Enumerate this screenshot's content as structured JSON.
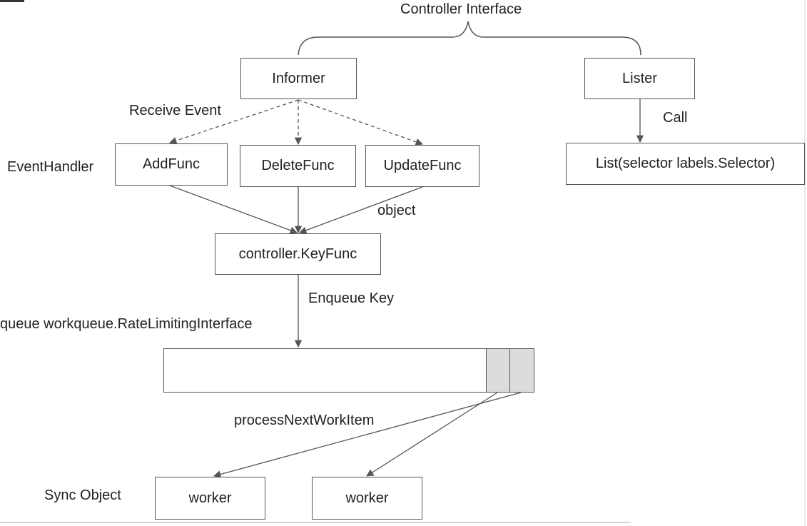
{
  "title": "Controller Interface",
  "nodes": {
    "informer": "Informer",
    "lister": "Lister",
    "add_func": "AddFunc",
    "delete_func": "DeleteFunc",
    "update_func": "UpdateFunc",
    "list_call": "List(selector labels.Selector)",
    "key_func": "controller.KeyFunc",
    "worker_1": "worker",
    "worker_2": "worker"
  },
  "labels": {
    "receive_event": "Receive Event",
    "event_handler": "EventHandler",
    "call": "Call",
    "object": "object",
    "enqueue_key": "Enqueue Key",
    "queue": "queue workqueue.RateLimitingInterface",
    "process_next": "processNextWorkItem",
    "sync_object": "Sync Object"
  },
  "colors": {
    "line": "#555555",
    "text": "#222222",
    "queue_slot_fill": "#dcdcdc"
  }
}
